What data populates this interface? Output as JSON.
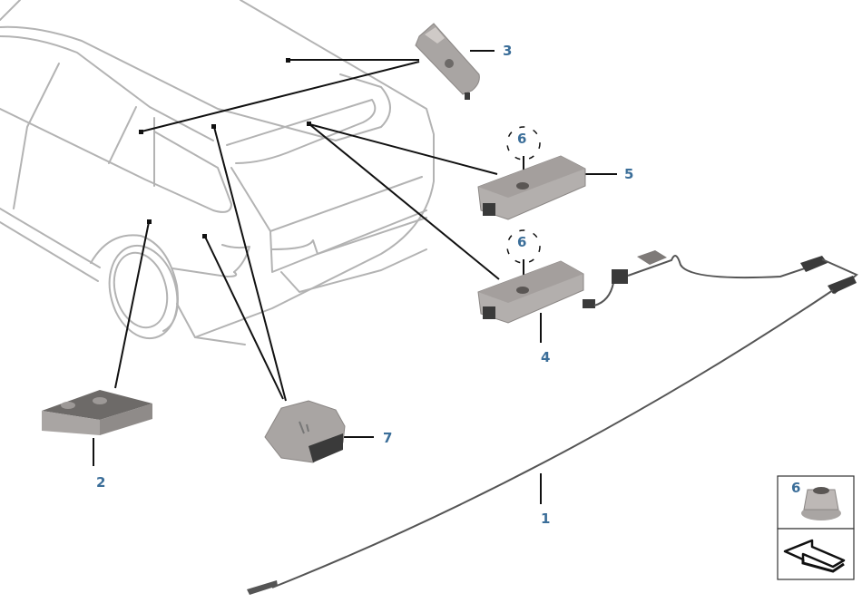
{
  "diagram": {
    "title": "Vehicle antenna / telematics components – exploded parts diagram",
    "colors": {
      "callout_text": "#3b6e99",
      "car_outline": "#b3b3b3",
      "leader_line": "#111111",
      "part_body": "#a9a5a3",
      "part_dark": "#3a3a3a"
    },
    "callouts": [
      {
        "id": "1",
        "label": "1",
        "part": "antenna cable"
      },
      {
        "id": "2",
        "label": "2",
        "part": "mounting block"
      },
      {
        "id": "3",
        "label": "3",
        "part": "roof antenna module"
      },
      {
        "id": "4",
        "label": "4",
        "part": "control unit with wiring"
      },
      {
        "id": "5",
        "label": "5",
        "part": "control unit"
      },
      {
        "id": "6a",
        "label": "6",
        "part": "hex flange nut (on part 5)"
      },
      {
        "id": "6b",
        "label": "6",
        "part": "hex flange nut (on part 4)"
      },
      {
        "id": "7",
        "label": "7",
        "part": "antenna amplifier"
      }
    ],
    "legend_box": {
      "label": "6",
      "icon": "hex-flange-nut-icon",
      "nav_icon": "arrow-back-icon"
    }
  }
}
